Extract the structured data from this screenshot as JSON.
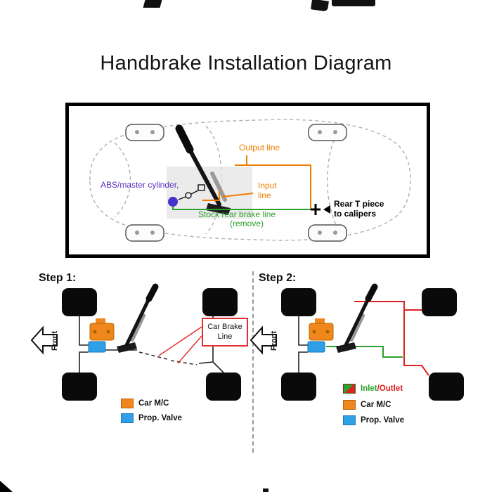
{
  "page": {
    "title": "Handbrake Installation Diagram"
  },
  "main_diagram": {
    "output_line_label": "Output line",
    "abs_label": "ABS/master cylinder,",
    "input_label_line1": "Input",
    "input_label_line2": "line",
    "stock_line_label_line1": "Stock rear brake line",
    "stock_line_label_line2": "(remove)",
    "rear_t_label_line1": "Rear T piece",
    "rear_t_label_line2": "to calipers",
    "colors": {
      "output_input_line": "#f07d00",
      "stock_rear_line": "#2da02c",
      "abs_text": "#5b2fbf",
      "abs_dot": "#4433cc",
      "rear_t_text": "#000000"
    }
  },
  "step1": {
    "heading": "Step 1:",
    "front_label": "Front",
    "car_brake_line_box": "Car Brake Line",
    "callout_color": "#e23030",
    "legend": [
      {
        "swatch_color": "#f0871c",
        "label": "Car M/C"
      },
      {
        "swatch_color": "#2f9fe8",
        "label": "Prop. Valve"
      }
    ]
  },
  "step2": {
    "heading": "Step 2:",
    "front_label": "Front",
    "inlet_outlet": {
      "inlet": "Inlet",
      "outlet": "/Outlet",
      "inlet_color": "#2ca02c",
      "outlet_color": "#e02020"
    },
    "legend": [
      {
        "swatch_color": "#f0871c",
        "label": "Car M/C"
      },
      {
        "swatch_color": "#2f9fe8",
        "label": "Prop. Valve"
      }
    ]
  }
}
